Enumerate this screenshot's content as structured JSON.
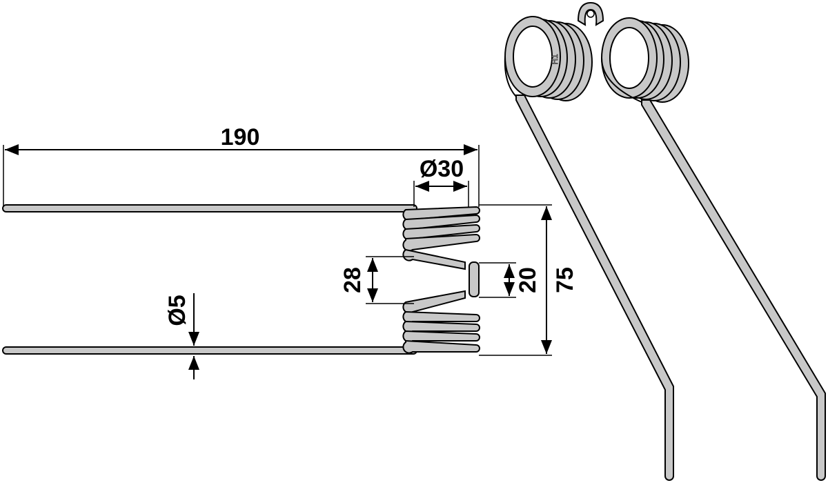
{
  "dimensions": {
    "length": "190",
    "coil_diameter": "Ø30",
    "wire_diameter": "Ø5",
    "height": "75",
    "inner_gap": "28",
    "loop_width": "20"
  },
  "stamp": {
    "text": "H1"
  },
  "colors": {
    "wire_fill": "#c8c8c8",
    "outline": "#000000",
    "background": "#ffffff"
  }
}
